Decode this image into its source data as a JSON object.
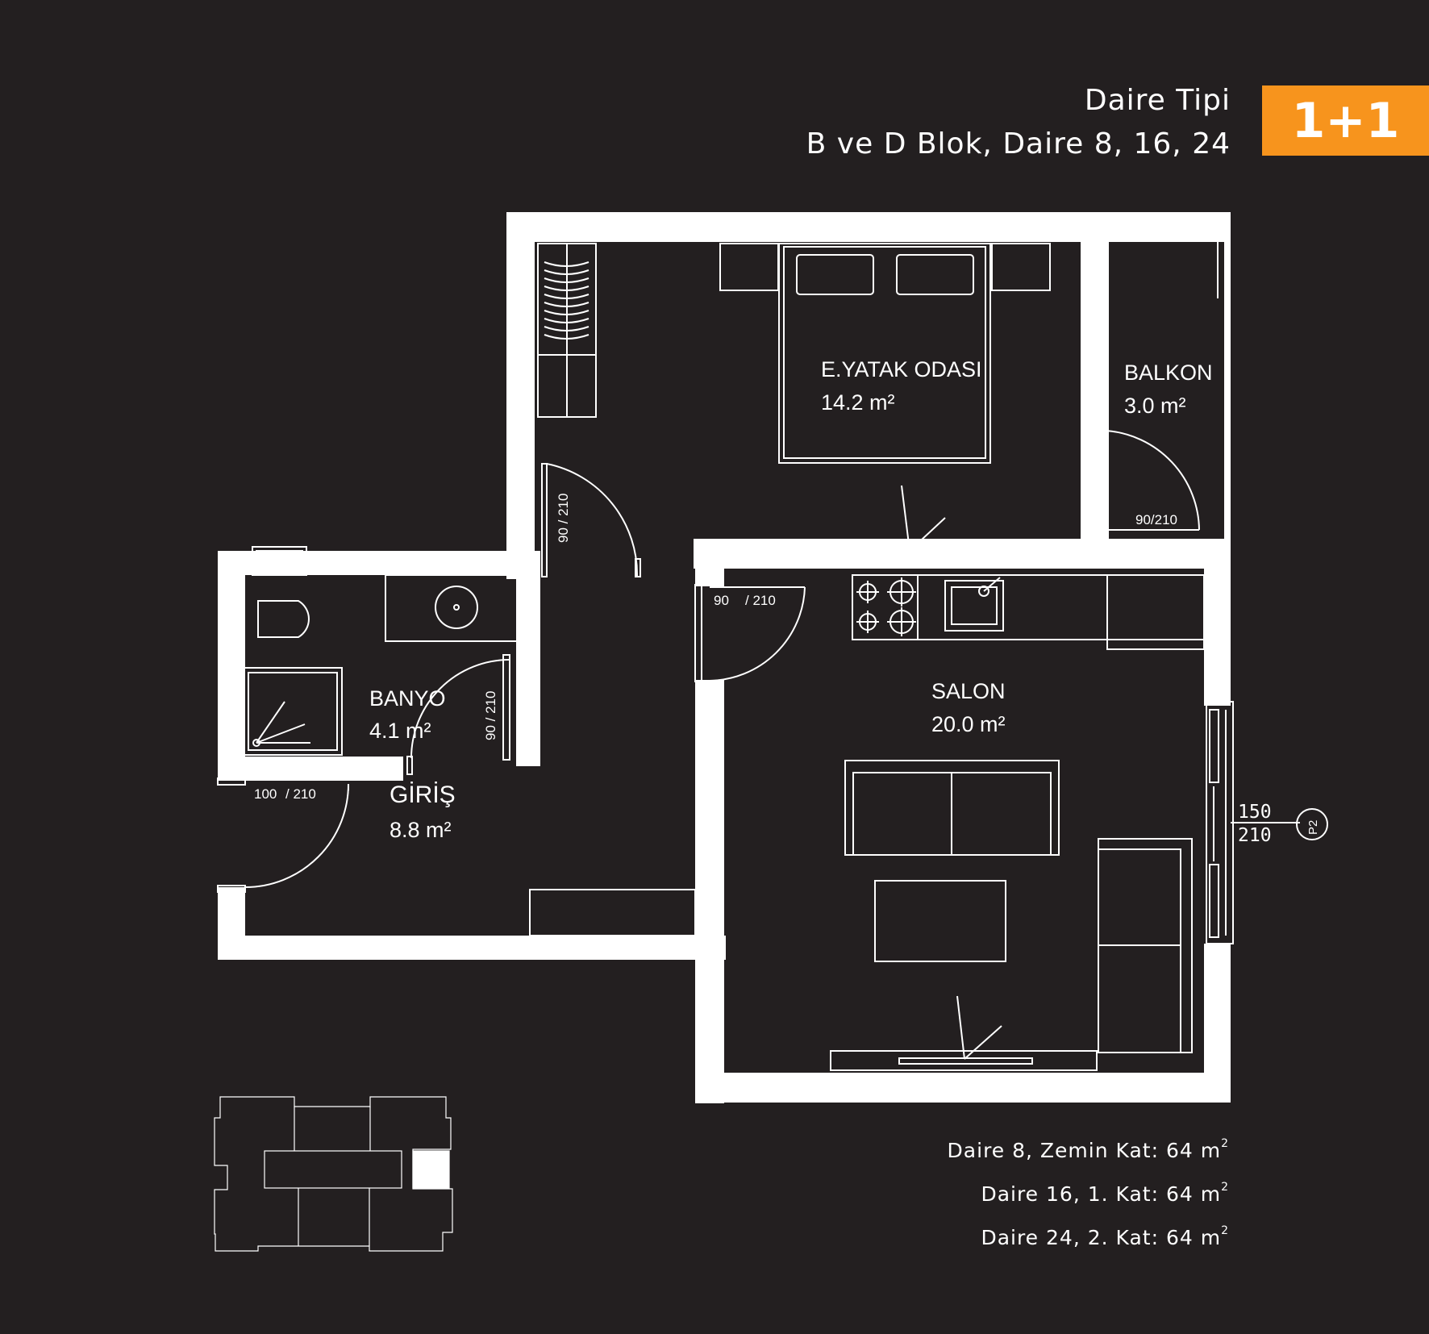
{
  "header": {
    "type_label": "Daire Tipi",
    "block_label": "B ve D Blok, Daire 8, 16, 24",
    "badge": "1+1"
  },
  "rooms": {
    "bedroom": {
      "name": "E.YATAK ODASI",
      "area": "14.2 m²"
    },
    "balcony": {
      "name": "BALKON",
      "area": "3.0 m²"
    },
    "bathroom": {
      "name": "BANYO",
      "area": "4.1 m²"
    },
    "entrance": {
      "name": "GİRİŞ",
      "area": "8.8 m²"
    },
    "living": {
      "name": "SALON",
      "area": "20.0 m²"
    }
  },
  "dimensions": {
    "bedroom_door": "90 / 210",
    "balcony_door": "90/210",
    "salon_door_w": "90",
    "salon_door_h": "/ 210",
    "bath_door": "90 / 210",
    "entry_door_w": "100",
    "entry_door_h": "/ 210",
    "window_w": "150",
    "window_h": "210",
    "window_tag": "P2"
  },
  "apartments": [
    {
      "label": "Daire 8, Zemin Kat: 64 m",
      "sup": "2"
    },
    {
      "label": "Daire 16, 1. Kat: 64 m",
      "sup": "2"
    },
    {
      "label": "Daire 24, 2. Kat: 64 m",
      "sup": "2"
    }
  ],
  "colors": {
    "background": "#231f20",
    "accent": "#f7941d",
    "lines": "#ffffff"
  }
}
